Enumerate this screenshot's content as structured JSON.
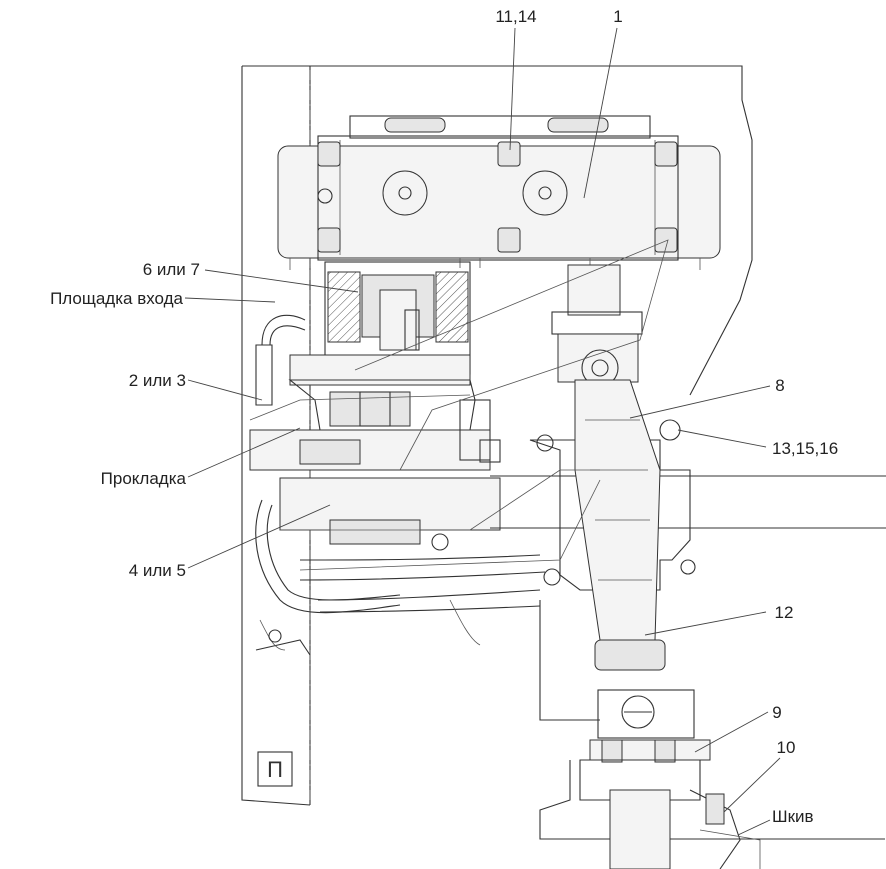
{
  "callouts": {
    "c1": "1",
    "c11_14": "11,14",
    "c6_7": "6 или 7",
    "entry_platform": "Площадка входа",
    "c2_3": "2 или 3",
    "gasket": "Прокладка",
    "c4_5": "4 или 5",
    "c8": "8",
    "c13_15_16": "13,15,16",
    "c12": "12",
    "c9": "9",
    "c10": "10",
    "pulley": "Шкив"
  },
  "panel_marking": "П",
  "colors": {
    "line": "#333333",
    "fill_light": "#f4f4f4",
    "fill_gray": "#e6e6e6"
  }
}
